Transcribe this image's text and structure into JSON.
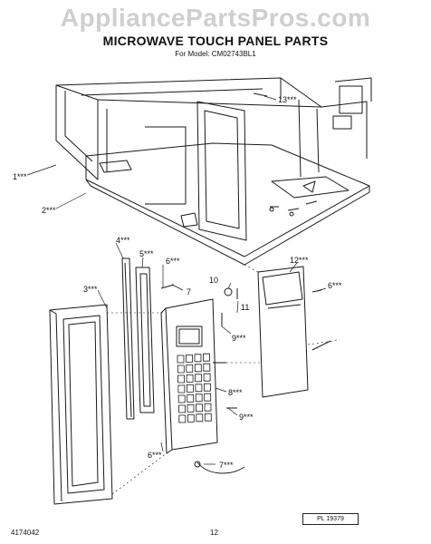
{
  "watermark": "AppliancePartsPros.com",
  "header": {
    "title": "MICROWAVE TOUCH PANEL PARTS",
    "model": "For Model: CM02743BL1"
  },
  "callouts": {
    "c1": "1***",
    "c2": "2***",
    "c3": "3***",
    "c4": "4***",
    "c5": "5***",
    "c6a": "6***",
    "c6b": "6***",
    "c6c": "6***",
    "c7a": "7",
    "c7b": "7***",
    "c8": "8***",
    "c9a": "9***",
    "c9b": "9***",
    "c10": "10",
    "c11": "11",
    "c12": "12***",
    "c13": "13***"
  },
  "footer": {
    "doc_number": "4174042",
    "page_number": "12",
    "plate_ref": "PL 19379"
  }
}
